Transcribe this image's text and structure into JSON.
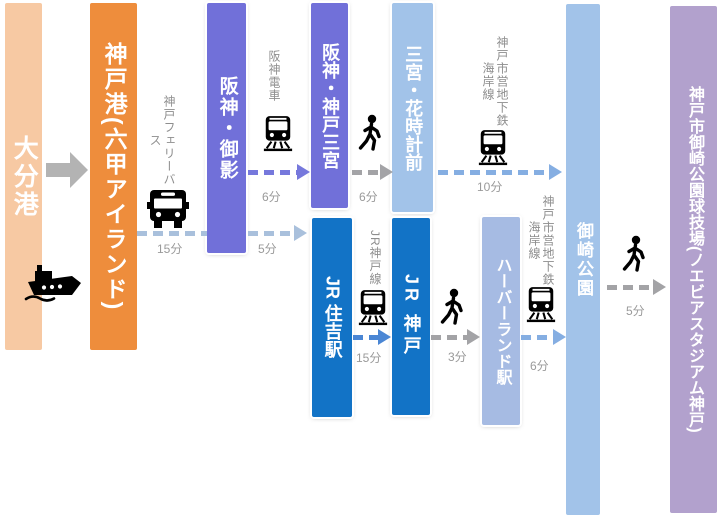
{
  "nodes": {
    "oita_port": {
      "label": "大分港"
    },
    "kobe_port": {
      "label": "神戸港(六甲アイランド)"
    },
    "hanshin_mikage": {
      "label": "阪神・御影"
    },
    "hanshin_kobe_sannomiya": {
      "label": "阪神・神戸三宮"
    },
    "sannomiya_hanadokeimae": {
      "label": "三宮・花時計前"
    },
    "jr_sumiyoshi": {
      "label": "JR 住吉駅"
    },
    "jr_kobe": {
      "label": "JR 神戸"
    },
    "harborland": {
      "label": "ハーバーランド駅"
    },
    "misaki_park": {
      "label": "御崎公園"
    },
    "stadium": {
      "label": "神戸市御崎公園球技場(ノエビアスタジアム神戸)"
    }
  },
  "edges": {
    "ferry_bus": {
      "line": "神戸フェリーバス",
      "time": "15分",
      "icon": "bus-icon"
    },
    "ferry_bus_2": {
      "time": "5分"
    },
    "hanshin_train": {
      "line": "阪神電車",
      "time": "6分",
      "icon": "train-icon"
    },
    "walk_sannomiya": {
      "time": "6分",
      "icon": "walk-icon"
    },
    "subway_kaigan_top": {
      "line": "神戸市営地下鉄海岸線",
      "time": "10分",
      "icon": "train-icon"
    },
    "jr_kobe_line": {
      "line": "JR神戸線",
      "time": "15分",
      "icon": "train-icon"
    },
    "walk_harborland": {
      "time": "3分",
      "icon": "walk-icon"
    },
    "subway_kaigan_btm": {
      "line": "神戸市営地下鉄海岸線",
      "time": "6分",
      "icon": "train-icon"
    },
    "walk_stadium": {
      "time": "5分",
      "icon": "walk-icon"
    }
  },
  "colors": {
    "oita_bar": "#f7c9a3",
    "kobe_port_bar": "#ee8d3c",
    "hanshin_bar": "#7170d9",
    "jr_bar": "#1273c6",
    "light_blue_bar": "#a2c3e9",
    "harborland_bar": "#a6bbe3",
    "stadium_bar": "#b2a1cd",
    "arrow_steel_blue": "#a9c0dc",
    "arrow_purple": "#7678dc",
    "arrow_gray": "#a3a3a6",
    "arrow_light_blue": "#85aee2",
    "arrow_jr_blue": "#4a86d4",
    "block_arrow_gray": "#b3b3b3",
    "label_gray": "#8e8e8e"
  }
}
